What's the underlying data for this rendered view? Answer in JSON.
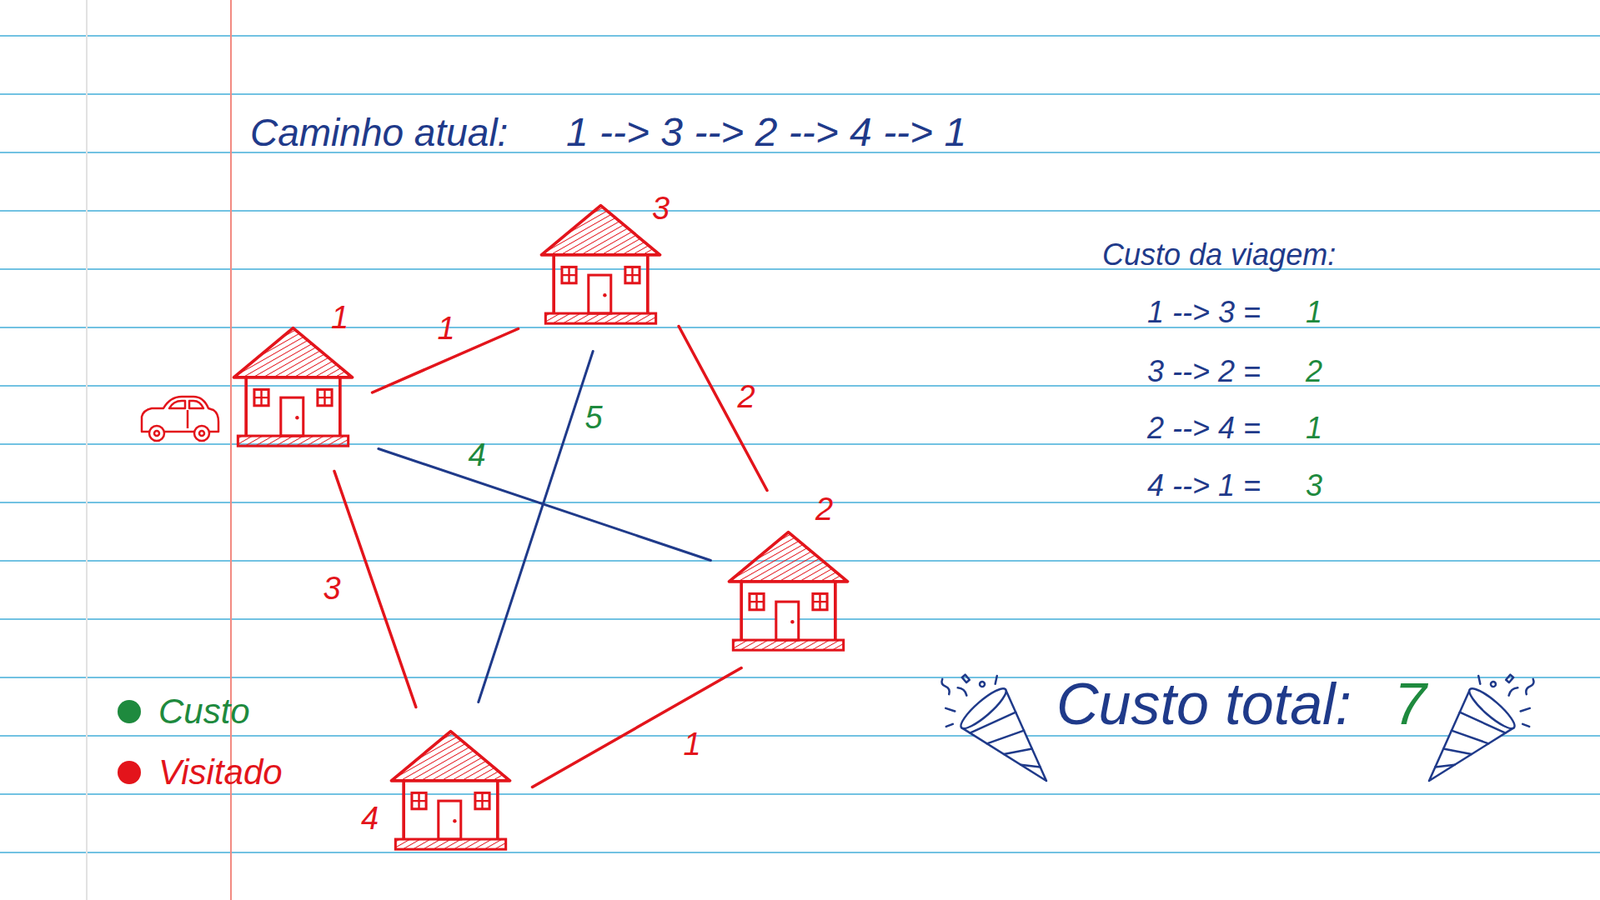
{
  "diagram": {
    "title": "Caminho atual:",
    "nodes": [
      {
        "text": [
          "3"
        ]
      },
      {
        "text": [
          "1"
        ]
      },
      {
        "text": [
          "2"
        ]
      },
      {
        "text": [
          "4"
        ]
      }
    ],
    "edges": [
      {
        "from": 1,
        "to": 0,
        "arrow": "none",
        "label": "1"
      },
      {
        "from": 0,
        "to": 2,
        "arrow": "none",
        "label": "2"
      },
      {
        "from": 2,
        "to": 3,
        "arrow": "none",
        "label": "1"
      },
      {
        "from": 3,
        "to": 1,
        "arrow": "none",
        "label": "3"
      },
      {
        "from": 1,
        "to": 2,
        "arrow": "none",
        "label": "4"
      },
      {
        "from": 0,
        "to": 3,
        "arrow": "none",
        "label": "5"
      }
    ],
    "labels": [
      "1 --> 3 --> 2 --> 4 --> 1",
      "Custo da viagem:",
      "1 --> 3 =",
      "1",
      "3 --> 2 =",
      "2",
      "2 --> 4 =",
      "1",
      "4 --> 1 =",
      "3",
      "Custo total:",
      "7"
    ],
    "legend": [
      {
        "text": "Custo",
        "color": "#1e8a3e"
      },
      {
        "text": "Visitado",
        "color": "#e3141b"
      }
    ]
  }
}
